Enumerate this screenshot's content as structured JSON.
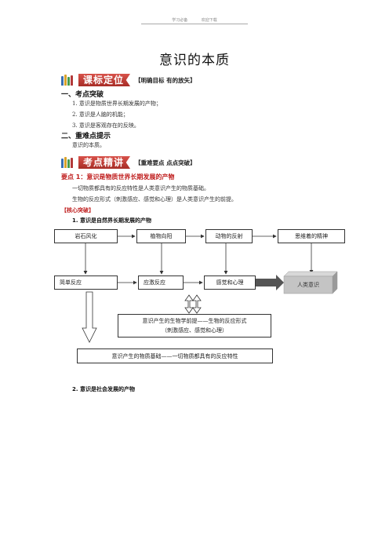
{
  "header": {
    "left": "学习必备",
    "right": "欢迎下载"
  },
  "title": "意识的本质",
  "banner1": {
    "label": "课标定位",
    "subtitle": "【明确目标 有的放矢】"
  },
  "section1": {
    "heading": "一、考点突破",
    "items": [
      "1. 意识是物质世界长期发展的产物；",
      "2. 意识是人脑的机能；",
      "3. 意识是客观存在的反映。"
    ]
  },
  "section2": {
    "heading": "二、重难点提示",
    "text": "意识的本质。"
  },
  "banner2": {
    "label": "考点精讲",
    "subtitle": "【重难要点 点点突破】"
  },
  "point1": {
    "title": "要点 1：意识是物质世界长期发展的产物",
    "paras": [
      "一切物质都具有的反应特性是人类意识产生的物质基础。",
      "生物的反应形式（刺激感应、感觉和心理）是人类意识产生的前提。"
    ],
    "core_label": "【核心突破】",
    "sub1": "1. 意识是自然界长期发展的产物"
  },
  "diagram": {
    "top_row": [
      "岩石风化",
      "植物向阳",
      "动物的反射",
      "思维着的精神"
    ],
    "bottom_row": [
      "简单反应",
      "应激反应",
      "感觉和心理",
      "人类意识"
    ],
    "premise_lines": [
      "意识产生的生物学前提——生物的反应形式",
      "（刺激感应、感觉和心理）"
    ],
    "basis": "意识产生的物质基础——一切物质都具有的反应特性"
  },
  "point2_sub": "2. 意识是社会发展的产物"
}
